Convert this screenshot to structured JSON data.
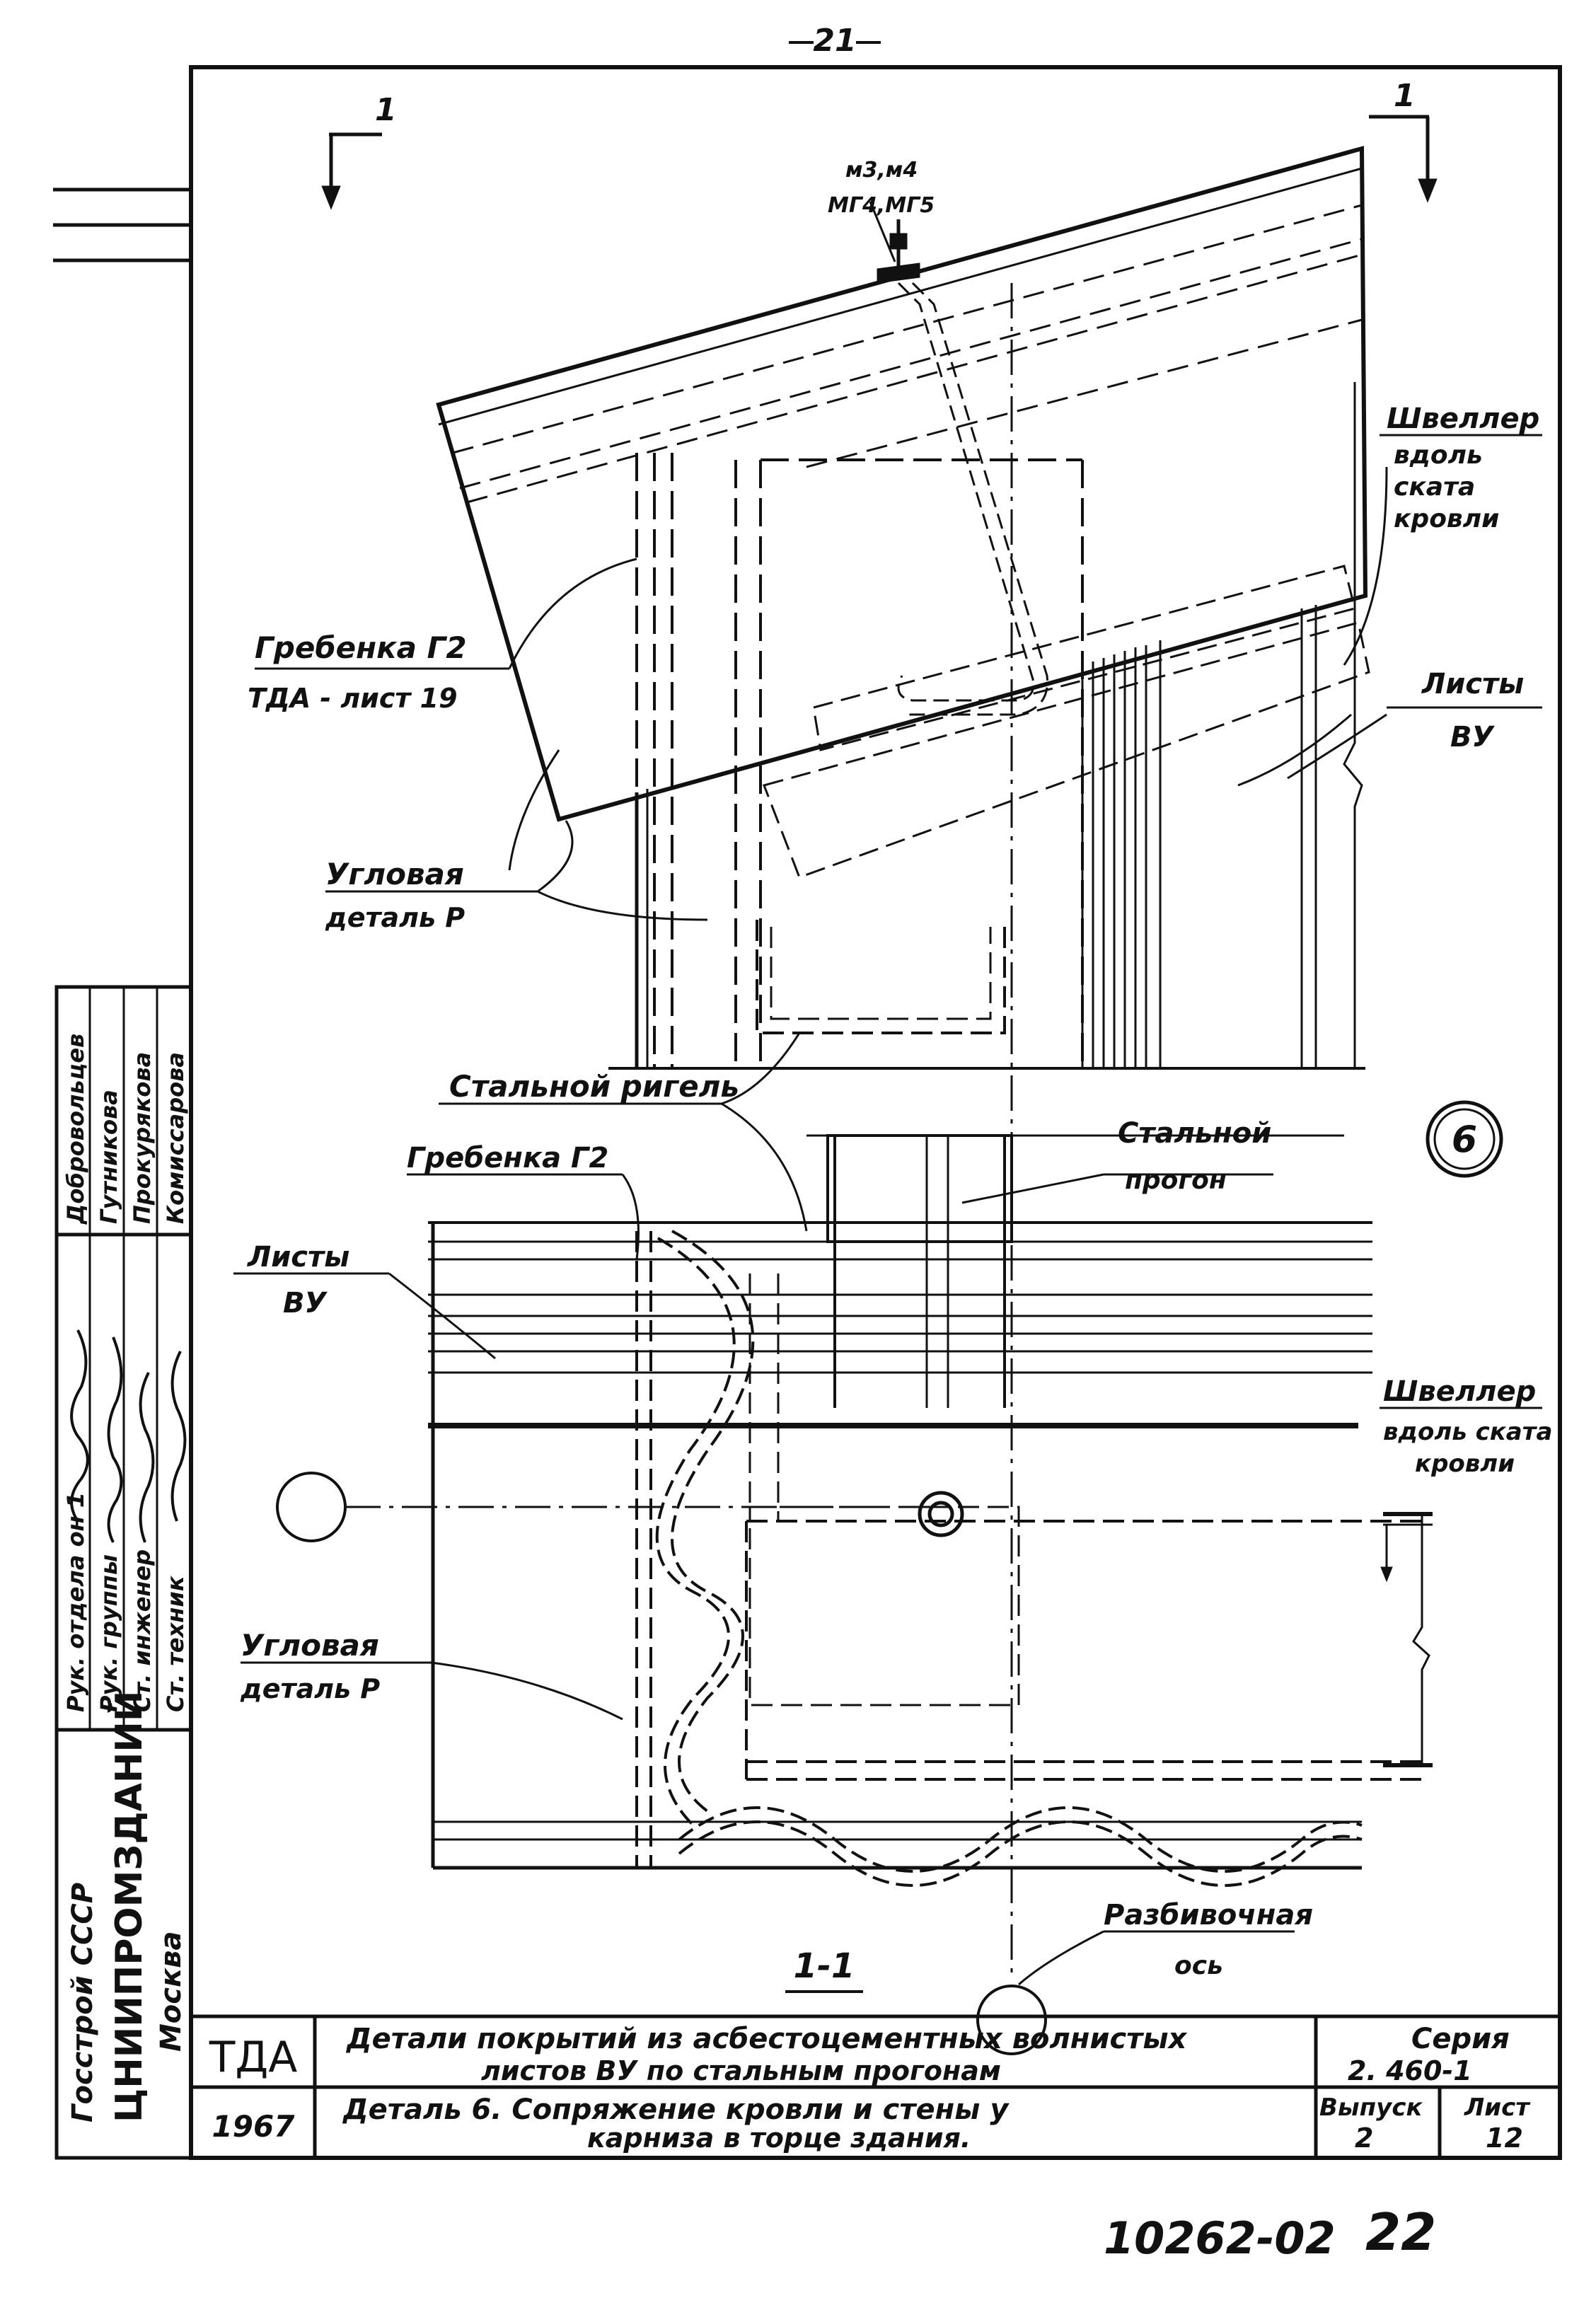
{
  "page_number": "21",
  "section_mark": "1",
  "fasteners": {
    "line1": "м3,м4",
    "line2": "МГ4,МГ5"
  },
  "callouts": {
    "shveller_top": [
      "Швеллер",
      "вдоль",
      "ската",
      "кровли"
    ],
    "listy_top": [
      "Листы",
      "ВУ"
    ],
    "grebenka_top": [
      "Гребенка Г2",
      "ТДА - лист 19"
    ],
    "uglovaya_top": [
      "Угловая",
      "деталь Р"
    ],
    "stalnoy_rigel": "Стальной ригель",
    "grebenka_mid": "Гребенка Г2",
    "stalnoy_progon": [
      "Стальной",
      "прогон"
    ],
    "listy_mid": [
      "Листы",
      "ВУ"
    ],
    "shveller_bottom": [
      "Швеллер",
      "вдоль ската",
      "кровли"
    ],
    "uglovaya_bottom": [
      "Угловая",
      "деталь Р"
    ],
    "razbivochnaya": [
      "Разбивочная",
      "ось"
    ]
  },
  "detail_number": "6",
  "section_label": "1-1",
  "side_stamp": {
    "org1": "Госстрой СССР",
    "org2": "ЦНИИПРОМЗДАНИЙ",
    "city": "Москва",
    "roles": [
      "Рук. отдела он 1",
      "Рук. группы",
      "Ст. инженер",
      "Ст. техник"
    ],
    "names": [
      "Добровольцев",
      "Гутникова",
      "Прокурякова",
      "Комиссарова"
    ]
  },
  "title_block": {
    "code": "ТДА",
    "year": "1967",
    "title_line1": "Детали покрытий из асбестоцементных волнистых",
    "title_line2": "листов ВУ по стальным прогонам",
    "series_label": "Серия",
    "series_value": "2. 460-1",
    "detail_line1": "Деталь 6.   Сопряжение кровли и стены у",
    "detail_line2": "карниза в торце здания.",
    "issue_label": "Выпуск",
    "issue_value": "2",
    "sheet_label": "Лист",
    "sheet_value": "12"
  },
  "archive_number": "10262-02",
  "archive_sheet": "22"
}
